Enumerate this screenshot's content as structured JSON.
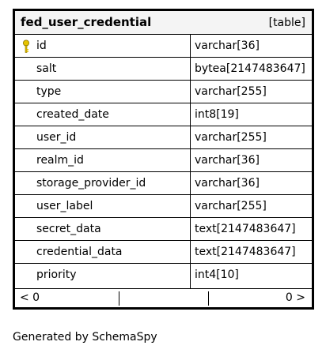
{
  "table": {
    "name": "fed_user_credential",
    "kind": "[table]",
    "columns": [
      {
        "name": "id",
        "type": "varchar[36]",
        "primary_key": true
      },
      {
        "name": "salt",
        "type": "bytea[2147483647]"
      },
      {
        "name": "type",
        "type": "varchar[255]"
      },
      {
        "name": "created_date",
        "type": "int8[19]"
      },
      {
        "name": "user_id",
        "type": "varchar[255]"
      },
      {
        "name": "realm_id",
        "type": "varchar[36]"
      },
      {
        "name": "storage_provider_id",
        "type": "varchar[36]"
      },
      {
        "name": "user_label",
        "type": "varchar[255]"
      },
      {
        "name": "secret_data",
        "type": "text[2147483647]"
      },
      {
        "name": "credential_data",
        "type": "text[2147483647]"
      },
      {
        "name": "priority",
        "type": "int4[10]"
      }
    ],
    "footer": {
      "parents": "< 0",
      "children": "0 >"
    }
  },
  "generated_by": "Generated by SchemaSpy",
  "colors": {
    "header_bg": "#f4f4f4",
    "key_icon": "#e6c300",
    "border": "#000000"
  },
  "icons": {
    "primary_key": "key-icon"
  }
}
